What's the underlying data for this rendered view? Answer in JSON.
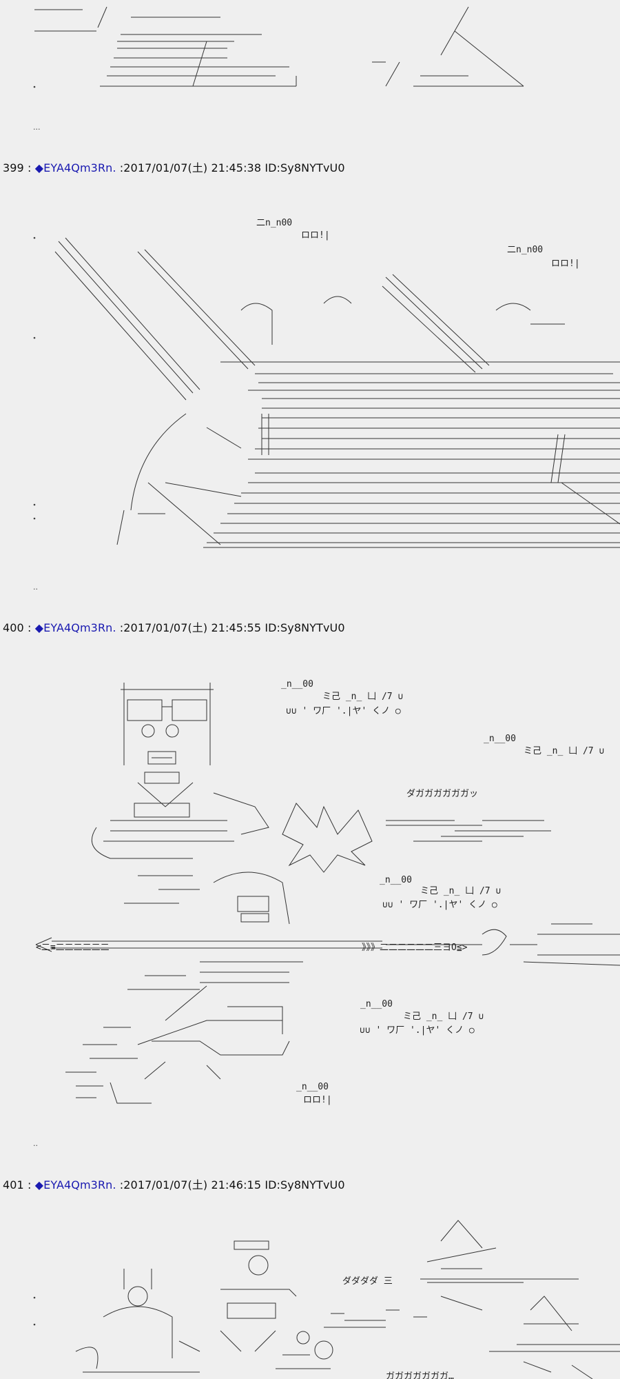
{
  "posts": [
    {
      "number": "399",
      "separator": ":",
      "diamond": "◆",
      "trip": "EYA4Qm3Rn.",
      "date": ":2017/01/07(土) 21:45:38",
      "id": "ID:Sy8NYTvU0"
    },
    {
      "number": "400",
      "separator": ":",
      "diamond": "◆",
      "trip": "EYA4Qm3Rn.",
      "date": ":2017/01/07(土) 21:45:55",
      "id": "ID:Sy8NYTvU0"
    },
    {
      "number": "401",
      "separator": ":",
      "diamond": "◆",
      "trip": "EYA4Qm3Rn.",
      "date": ":2017/01/07(土) 21:46:15",
      "id": "ID:Sy8NYTvU0"
    }
  ],
  "separators": [
    "...",
    "..",
    ".."
  ],
  "sfx": {
    "dagaga": "ダガガガガガガッ",
    "dadada": "ダダダダ 三",
    "gagaga": "ガガガガガガガ…",
    "sound_399_a": "二n_n00",
    "sound_399_b": "ロロ!|",
    "sound_400_a": "_n__00",
    "sound_400_b": "ミ己 _n_ 凵 /7 ∪",
    "sound_400_c": "∪∪ ' ワ厂 '.|ヤ' くノ ○",
    "sound_400_d": "ロロ!|",
    "weapon_arrow": "<二≡二二二二二二",
    "weapon_shaft": "》》》二二二二二二三ヨO≦>"
  },
  "colors": {
    "background": "#efefef",
    "trip": "#1a1ab0",
    "ink": "#222222"
  }
}
